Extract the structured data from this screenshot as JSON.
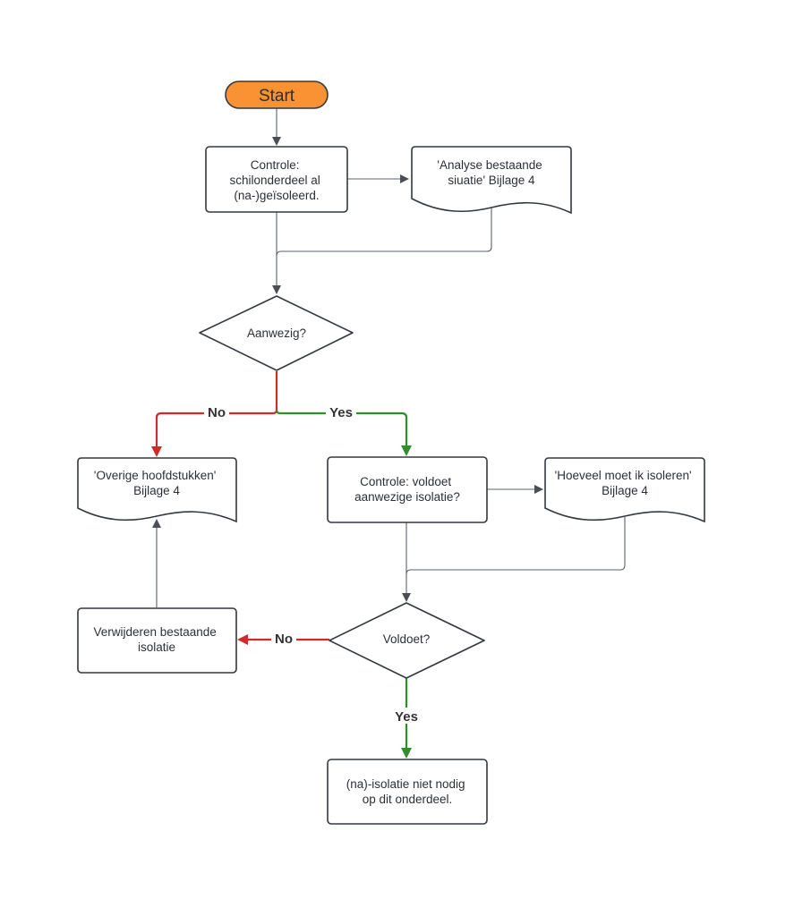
{
  "colors": {
    "start_fill": "#f89232",
    "no_branch": "#d02b2b",
    "yes_branch": "#2f8f2a",
    "connector": "#5b6068",
    "shape_stroke": "#34383f"
  },
  "nodes": {
    "start": {
      "label": "Start"
    },
    "controle_schil": {
      "lines": [
        "Controle:",
        "schilonderdeel al",
        "(na-)geïsoleerd."
      ]
    },
    "analyse_doc": {
      "lines": [
        "'Analyse bestaande",
        "siuatie' Bijlage 4"
      ]
    },
    "aanwezig": {
      "label": "Aanwezig?"
    },
    "overige_doc": {
      "lines": [
        "'Overige hoofdstukken'",
        "Bijlage 4"
      ]
    },
    "controle_voldoet": {
      "lines": [
        "Controle: voldoet",
        "aanwezige isolatie?"
      ]
    },
    "hoeveel_doc": {
      "lines": [
        "'Hoeveel moet ik isoleren'",
        "Bijlage 4"
      ]
    },
    "verwijderen": {
      "lines": [
        "Verwijderen bestaande",
        "isolatie"
      ]
    },
    "voldoet": {
      "label": "Voldoet?"
    },
    "niet_nodig": {
      "lines": [
        "(na)-isolatie niet nodig",
        "op dit onderdeel."
      ]
    }
  },
  "edges": {
    "aanwezig_no": "No",
    "aanwezig_yes": "Yes",
    "voldoet_no": "No",
    "voldoet_yes": "Yes"
  }
}
